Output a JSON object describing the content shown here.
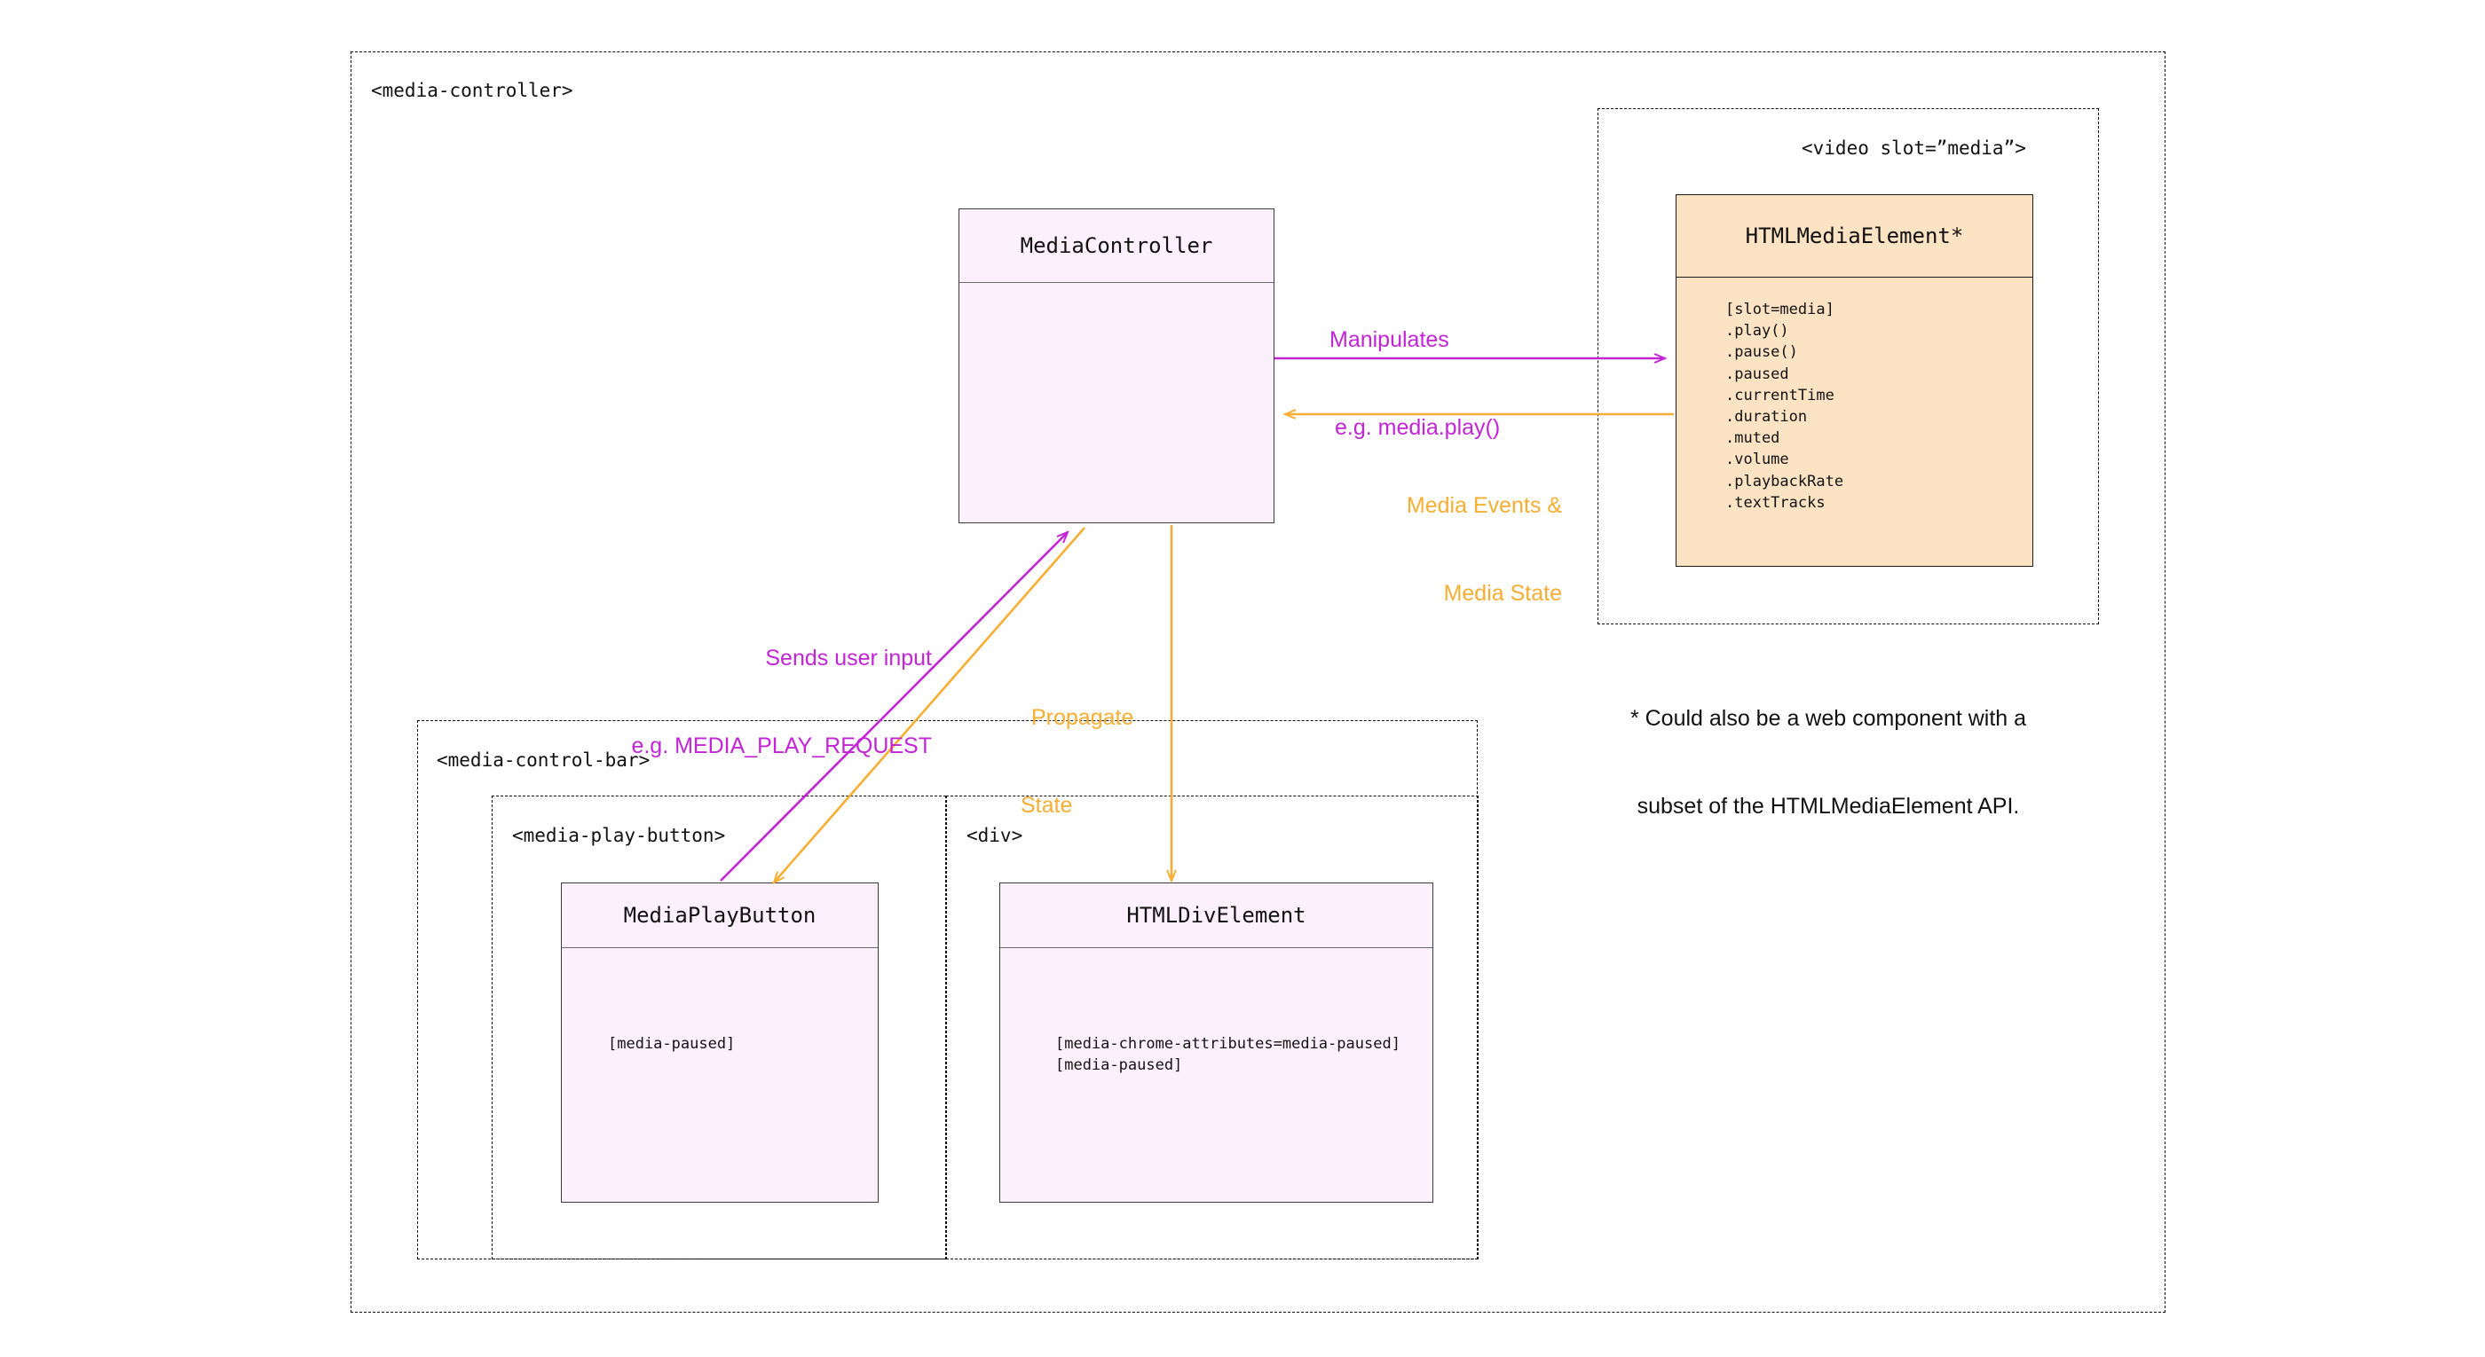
{
  "diagram": {
    "title_tag": "<media-controller>",
    "containers": {
      "media_controller": "<media-controller>",
      "video_slot": "<video slot=”media”>",
      "media_control_bar": "<media-control-bar>",
      "media_play_button": "<media-play-button>",
      "div": "<div>"
    },
    "boxes": {
      "media_controller": {
        "title": "MediaController",
        "lines": []
      },
      "html_media_element": {
        "title": "HTMLMediaElement*",
        "lines": [
          "[slot=media]",
          ".play()",
          ".pause()",
          ".paused",
          ".currentTime",
          ".duration",
          ".muted",
          ".volume",
          ".playbackRate",
          ".textTracks"
        ]
      },
      "media_play_button": {
        "title": "MediaPlayButton",
        "lines": [
          "[media-paused]"
        ]
      },
      "html_div_element": {
        "title": "HTMLDivElement",
        "lines": [
          "[media-chrome-attributes=media-paused]",
          "[media-paused]"
        ]
      }
    },
    "arrow_labels": {
      "manipulates_line1": "Manipulates",
      "manipulates_line2": "e.g. media.play()",
      "media_events_line1": "Media Events &",
      "media_events_line2": "Media State",
      "sends_user_input_line1": "Sends user input",
      "sends_user_input_line2": "e.g. MEDIA_PLAY_REQUEST",
      "propagate_line1": "Propagate",
      "propagate_line2": "State"
    },
    "footnote_line1": "* Could also be a web component with a",
    "footnote_line2": "subset of the HTMLMediaElement API.",
    "colors": {
      "purple": "#c224d6",
      "orange": "#f7ae33",
      "pink_fill": "#fdf0fd",
      "peach_fill": "#fce3c3",
      "border_dark": "#3b3b3b",
      "dash_border": "#0d0d0d"
    }
  }
}
